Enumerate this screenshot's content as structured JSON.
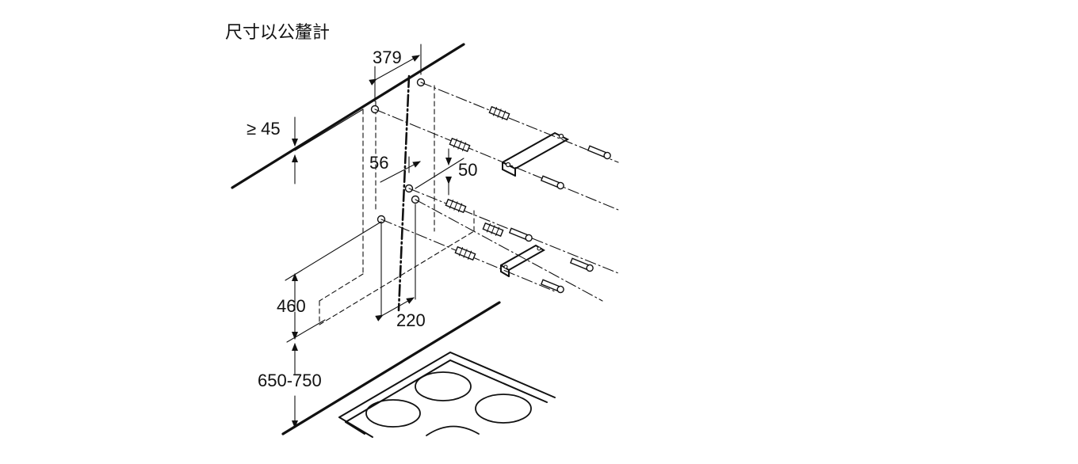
{
  "header": {
    "title": "尺寸以公釐計"
  },
  "dimensions": {
    "hole_spacing": "379",
    "wall_offset": "≥ 45",
    "offset_a": "56",
    "offset_b": "50",
    "height_above_cooktop": "460",
    "hood_width": "220",
    "cooktop_clearance": "650-750"
  }
}
